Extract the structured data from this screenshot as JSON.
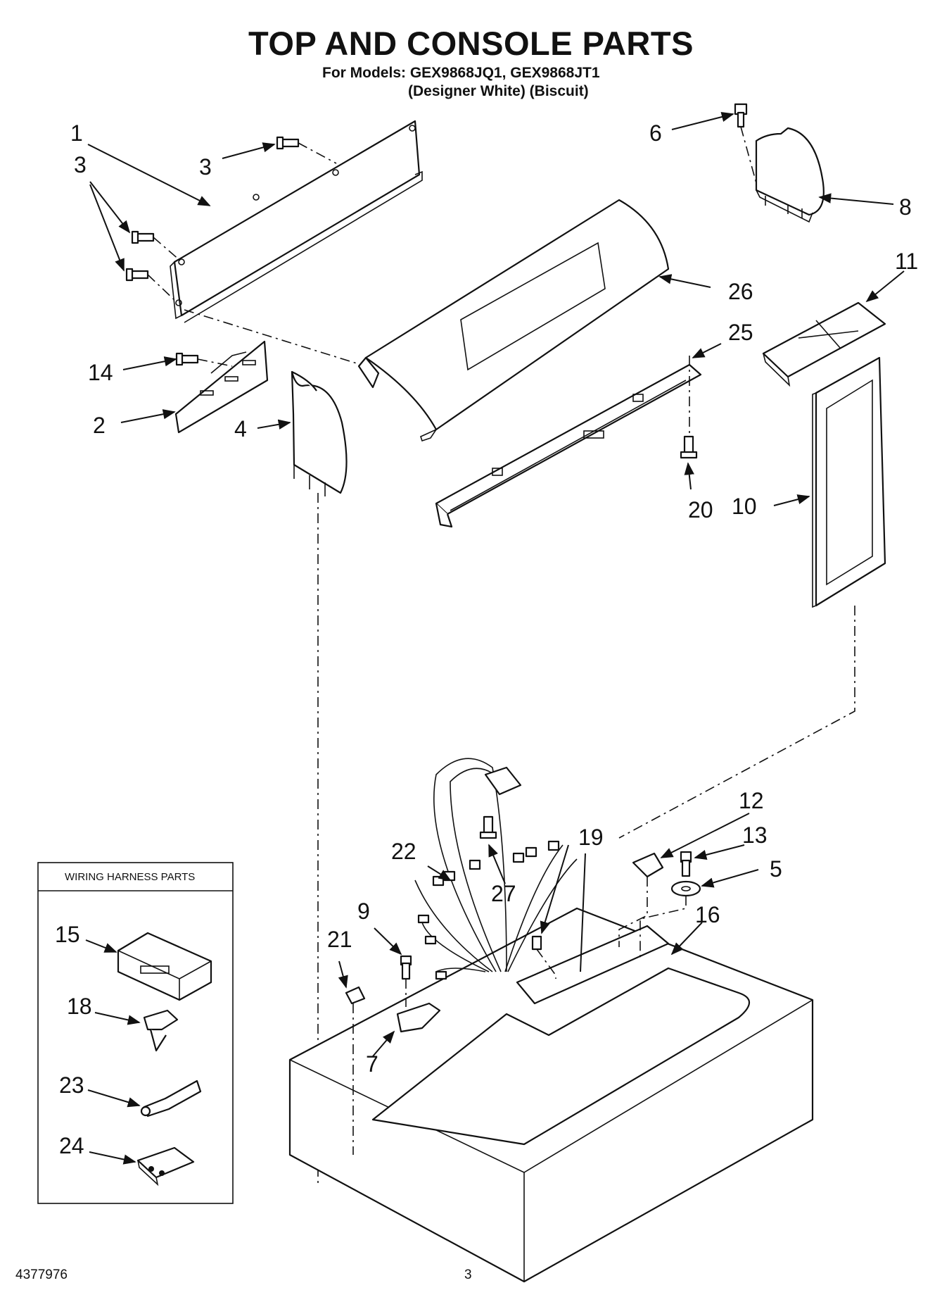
{
  "header": {
    "title": "TOP AND CONSOLE PARTS",
    "models_line": "For Models: GEX9868JQ1, GEX9868JT1",
    "colors_line": "(Designer White)  (Biscuit)"
  },
  "callouts": {
    "c1": "1",
    "c2": "2",
    "c3a": "3",
    "c3b": "3",
    "c4": "4",
    "c5": "5",
    "c6": "6",
    "c7": "7",
    "c8": "8",
    "c9": "9",
    "c10": "10",
    "c11": "11",
    "c12": "12",
    "c13": "13",
    "c14": "14",
    "c16": "16",
    "c19": "19",
    "c20": "20",
    "c21": "21",
    "c22": "22",
    "c25": "25",
    "c26": "26",
    "c27": "27"
  },
  "inset": {
    "title": "WIRING HARNESS PARTS",
    "c15": "15",
    "c18": "18",
    "c23": "23",
    "c24": "24"
  },
  "footer": {
    "doc_number": "4377976",
    "page_number": "3"
  }
}
